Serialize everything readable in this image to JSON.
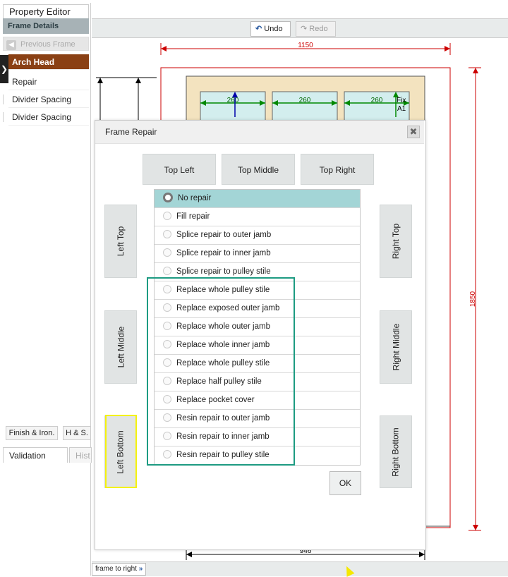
{
  "left_panel": {
    "title": "Property Editor",
    "header": "Frame Details",
    "prev_button": "Previous Frame",
    "items": [
      "Arch Head",
      "Repair",
      "Divider Spacing",
      "Divider Spacing"
    ],
    "bottom_buttons": [
      "Finish & Iron.",
      "H & S."
    ],
    "tabs": [
      "Validation",
      "Hist"
    ]
  },
  "toolbar": {
    "undo": "Undo",
    "redo": "Redo"
  },
  "drawing": {
    "dim_top": "1150",
    "dim_right": "1850",
    "dim_bottom": "946",
    "pane_dims": [
      "260",
      "260",
      "260"
    ],
    "pane_labels": [
      "Fix",
      "A1"
    ]
  },
  "bottom_bar": {
    "tab": "frame to right"
  },
  "dialog": {
    "title": "Frame Repair",
    "positions": {
      "top_left": "Top Left",
      "top_middle": "Top Middle",
      "top_right": "Top Right",
      "left_top": "Left Top",
      "left_middle": "Left Middle",
      "left_bottom": "Left Bottom",
      "right_top": "Right Top",
      "right_middle": "Right Middle",
      "right_bottom": "Right Bottom"
    },
    "options": [
      "No repair",
      "Fill repair",
      "Splice repair to outer jamb",
      "Splice repair to inner jamb",
      "Splice repair to pulley stile",
      "Replace whole pulley stile",
      "Replace exposed outer jamb",
      "Replace whole outer jamb",
      "Replace whole inner jamb",
      "Replace whole pulley stile",
      "Replace half pulley stile",
      "Replace pocket cover",
      "Resin repair to outer jamb",
      "Resin repair to inner jamb",
      "Resin repair to pulley stile"
    ],
    "selected_option": "No repair",
    "ok": "OK"
  },
  "colors": {
    "header_bg": "#a7b2b6",
    "selected_item_bg": "#8a4014",
    "selected_option_bg": "#a3d5d6",
    "dimension_red": "#cc0000",
    "dimension_green": "#008800",
    "highlight_green": "#1d9b82",
    "highlight_yellow": "#f4f20e",
    "frame_fill": "#f3e3bf",
    "glass_fill": "#d3eeee"
  },
  "icons": [
    "undo-icon",
    "redo-icon",
    "close-icon",
    "previous-frame-icon",
    "expand-arrow-icon",
    "double-chevron-right-icon"
  ]
}
